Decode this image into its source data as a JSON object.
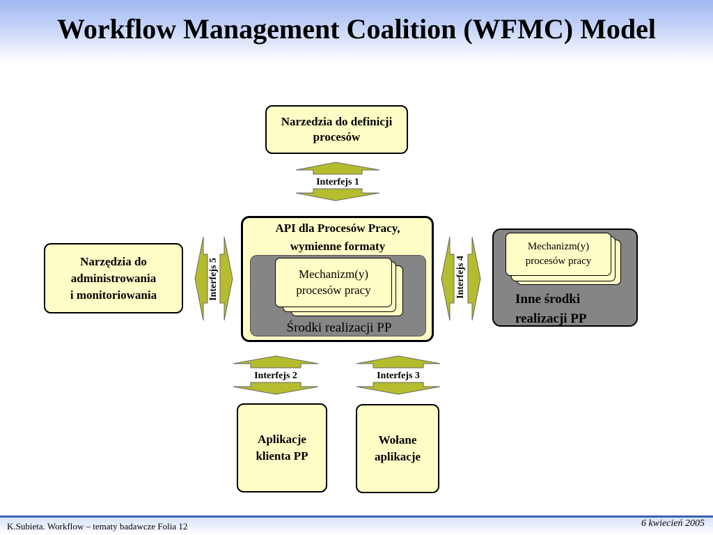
{
  "title": "Workflow Management Coalition (WFMC) Model",
  "boxes": {
    "definition_tools": "Narzedzia do definicji procesów",
    "admin_tools": [
      "Narzędzia do",
      "administrowania",
      "i monitoriowania"
    ],
    "client_apps": [
      "Aplikacje",
      "klienta PP"
    ],
    "invoked_apps": [
      "Wołane",
      "aplikacje"
    ]
  },
  "central": {
    "api_line1": "API dla Procesów Pracy,",
    "api_line2": "wymienne formaty",
    "engine_label": [
      "Mechanizm(y)",
      "procesów pracy"
    ],
    "footer": "Środki realizacji PP"
  },
  "other": {
    "engine_label": [
      "Mechanizm(y)",
      "procesów pracy"
    ],
    "footer": [
      "Inne środki",
      "realizacji PP"
    ]
  },
  "interfaces": {
    "i1": "Interfejs 1",
    "i2": "Interfejs 2",
    "i3": "Interfejs 3",
    "i4": "Interfejs 4",
    "i5": "Interfejs 5"
  },
  "footer": {
    "left": "K.Subieta. Workflow – tematy badawcze Folia 12",
    "right": "6 kwiecień 2005"
  },
  "colors": {
    "box_fill": "#fffdc6",
    "arrow_fill": "#b5bd2e",
    "gray": "#858585"
  }
}
